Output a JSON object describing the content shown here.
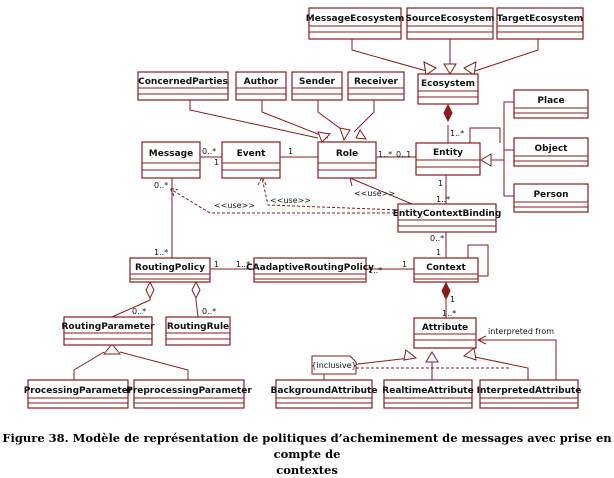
{
  "classes": {
    "message_ecosystem": "MessageEcosystem",
    "source_ecosystem": "SourceEcosystem",
    "target_ecosystem": "TargetEcosystem",
    "ecosystem": "Ecosystem",
    "concerned_parties": "ConcernedParties",
    "author": "Author",
    "sender": "Sender",
    "receiver": "Receiver",
    "place": "Place",
    "object": "Object",
    "person": "Person",
    "message": "Message",
    "event": "Event",
    "role": "Role",
    "entity": "Entity",
    "entity_context_binding": "EntityContextBinding",
    "routing_policy": "RoutingPolicy",
    "ca_adaptive_routing_policy": "CAadaptiveRoutingPolicy",
    "context": "Context",
    "routing_parameter": "RoutingParameter",
    "routing_rule": "RoutingRule",
    "attribute": "Attribute",
    "processing_parameter": "ProcessingParameter",
    "preprocessing_parameter": "PreprocessingParameter",
    "background_attribute": "BackgroundAttribute",
    "realtime_attribute": "RealtimeAttribute",
    "interpreted_attribute": "InterpretedAttribute"
  },
  "multiplicities": {
    "eco_entity": "1..*",
    "msg_event": "0..*",
    "event_msg": "1",
    "event_role": "1",
    "role_entity": "1..*",
    "entity_role": "0..1",
    "entity_ecb": "1",
    "ecb_entity": "1..*",
    "msg_routing": "0..*",
    "routing_msg": "1..*",
    "routing_ca": "1",
    "ca_routing": "1..*",
    "ca_context": "1..*",
    "context_ca": "1",
    "ecb_context": "0..*",
    "context_ecb": "1",
    "routing_param": "0..*",
    "routing_rule": "0..*",
    "context_attr": "1",
    "attr_context": "1..*"
  },
  "stereotypes": {
    "use_message": "<<use>>",
    "use_event": "<<use>>",
    "use_role": "<<use>>"
  },
  "labels": {
    "interpreted_from": "interpreted from",
    "inclusive_note": "{inclusive}"
  },
  "caption": {
    "line1": "Figure 38. Modèle de représentation de politiques d’acheminement de messages avec prise en compte de",
    "line2": "contextes"
  }
}
